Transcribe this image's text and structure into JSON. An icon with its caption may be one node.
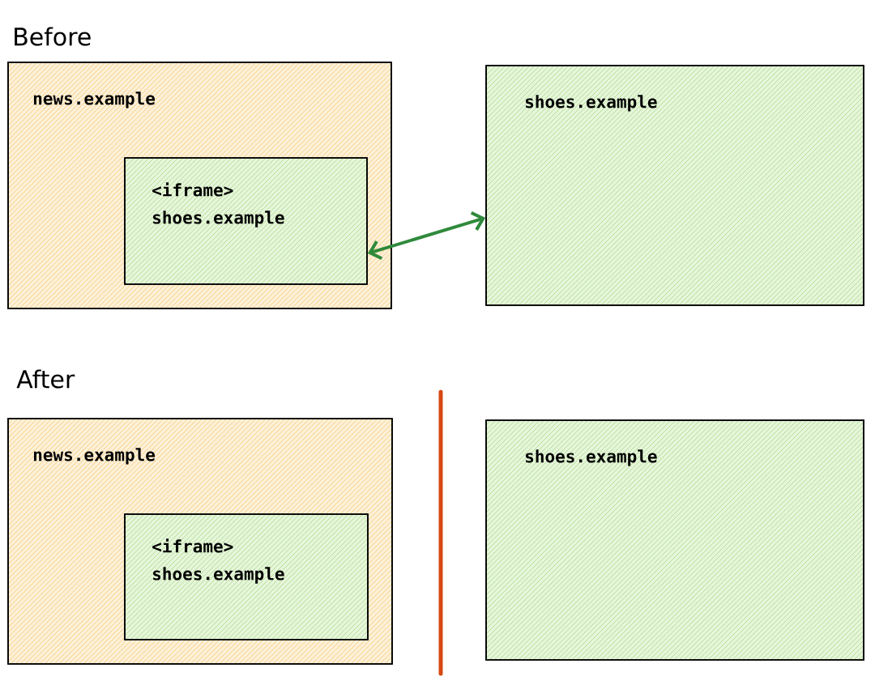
{
  "diagram": {
    "nodes": [
      {
        "text": [
          "news.example"
        ]
      },
      {
        "text": [
          "<iframe> shoes.example"
        ],
        "in": 0
      },
      {
        "text": [
          "shoes.example"
        ]
      },
      {
        "text": [
          "news.example"
        ]
      },
      {
        "text": [
          "<iframe> shoes.example"
        ],
        "in": 3
      },
      {
        "text": [
          "shoes.example"
        ]
      }
    ],
    "edges": [
      {
        "from": 1,
        "to": 2,
        "arrow": "both"
      }
    ],
    "labels": [
      "Before",
      "After"
    ]
  }
}
